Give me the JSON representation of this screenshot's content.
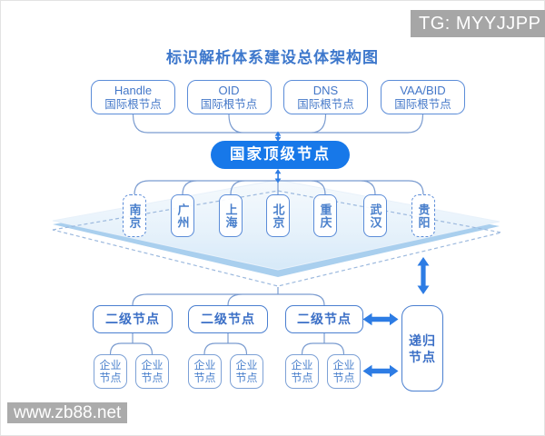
{
  "badges": {
    "tg": "TG: MYYJJPP",
    "watermark": "www.zb88.net"
  },
  "title": "标识解析体系建设总体架构图",
  "root_nodes": [
    {
      "name": "Handle",
      "sub": "国际根节点"
    },
    {
      "name": "OID",
      "sub": "国际根节点"
    },
    {
      "name": "DNS",
      "sub": "国际根节点"
    },
    {
      "name": "VAA/BID",
      "sub": "国际根节点"
    }
  ],
  "national_node": {
    "label": "国家顶级节点"
  },
  "city_nodes": [
    {
      "name": "南京",
      "dashed": true
    },
    {
      "name": "广州",
      "dashed": false
    },
    {
      "name": "上海",
      "dashed": false
    },
    {
      "name": "北京",
      "dashed": false
    },
    {
      "name": "重庆",
      "dashed": false
    },
    {
      "name": "武汉",
      "dashed": false
    },
    {
      "name": "贵阳",
      "dashed": true
    }
  ],
  "secondary_nodes": [
    {
      "label": "二级节点"
    },
    {
      "label": "二级节点"
    },
    {
      "label": "二级节点"
    }
  ],
  "enterprise_nodes": [
    {
      "line1": "企业",
      "line2": "节点"
    },
    {
      "line1": "企业",
      "line2": "节点"
    },
    {
      "line1": "企业",
      "line2": "节点"
    },
    {
      "line1": "企业",
      "line2": "节点"
    },
    {
      "line1": "企业",
      "line2": "节点"
    },
    {
      "line1": "企业",
      "line2": "节点"
    }
  ],
  "recursive_node": {
    "line1": "递归",
    "line2": "节点"
  },
  "colors": {
    "accent_blue": "#1778e9",
    "node_border": "#4a7fd0",
    "arrow_blue": "#2d7ce4",
    "text_blue": "#3e78cc",
    "connector": "#7b9cd0",
    "badge_gray": "#a6a6a6",
    "diamond_band": "#a9cfee"
  }
}
